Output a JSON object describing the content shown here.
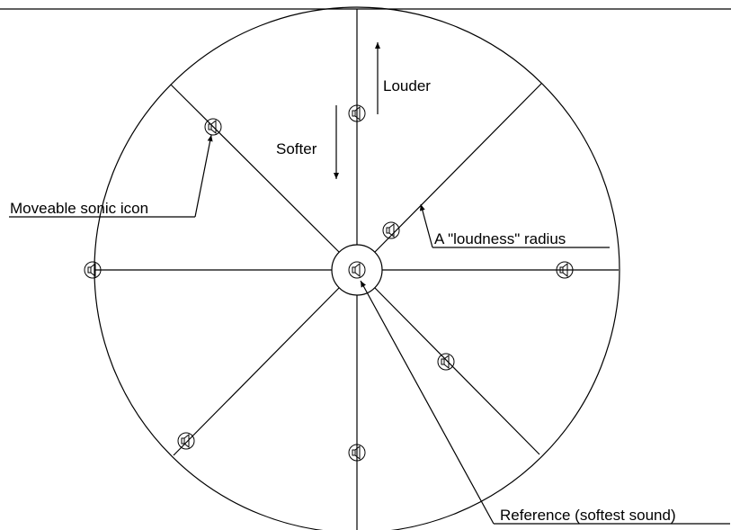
{
  "labels": {
    "louder": "Louder",
    "softer": "Softer",
    "moveable_icon": "Moveable sonic icon",
    "loudness_radius": "A \"loudness\" radius",
    "reference": "Reference (softest sound)"
  },
  "icons": {
    "speaker": "speaker-icon"
  },
  "colors": {
    "line": "#000000",
    "background": "#ffffff"
  }
}
